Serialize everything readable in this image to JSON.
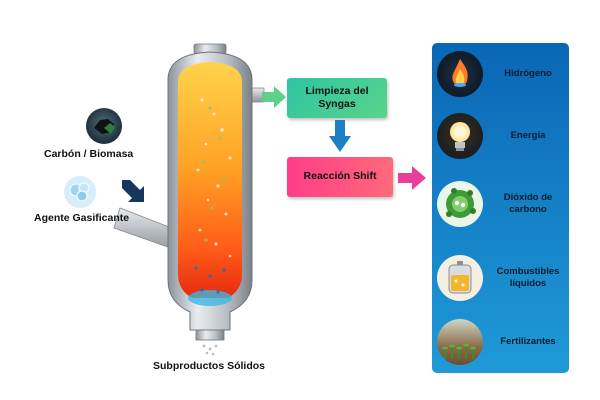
{
  "inputs": {
    "carbon_label": "Carbón / Biomasa",
    "agent_label": "Agente Gasificante"
  },
  "outputs": {
    "solids_label": "Subproductos Sólidos"
  },
  "process": {
    "cleaning_label_line1": "Limpieza del",
    "cleaning_label_line2": "Syngas",
    "shift_label": "Reacción Shift"
  },
  "products": [
    {
      "label_line1": "Hidrógeno",
      "label_line2": "",
      "icon": "flame-icon"
    },
    {
      "label_line1": "Energía",
      "label_line2": "",
      "icon": "light-bulb-icon"
    },
    {
      "label_line1": "Dióxido de",
      "label_line2": "carbono",
      "icon": "co2-molecule-icon"
    },
    {
      "label_line1": "Combustibles",
      "label_line2": "líquidos",
      "icon": "fuel-tank-icon"
    },
    {
      "label_line1": "Fertilizantes",
      "label_line2": "",
      "icon": "crop-field-icon"
    }
  ],
  "colors": {
    "cleaning_box": "#2ec4a3",
    "shift_box": "#ff3c8a",
    "panel": "#0a66b5",
    "arrow_down": "#1f7fc4",
    "arrow_to_panel": "#e8409a"
  }
}
